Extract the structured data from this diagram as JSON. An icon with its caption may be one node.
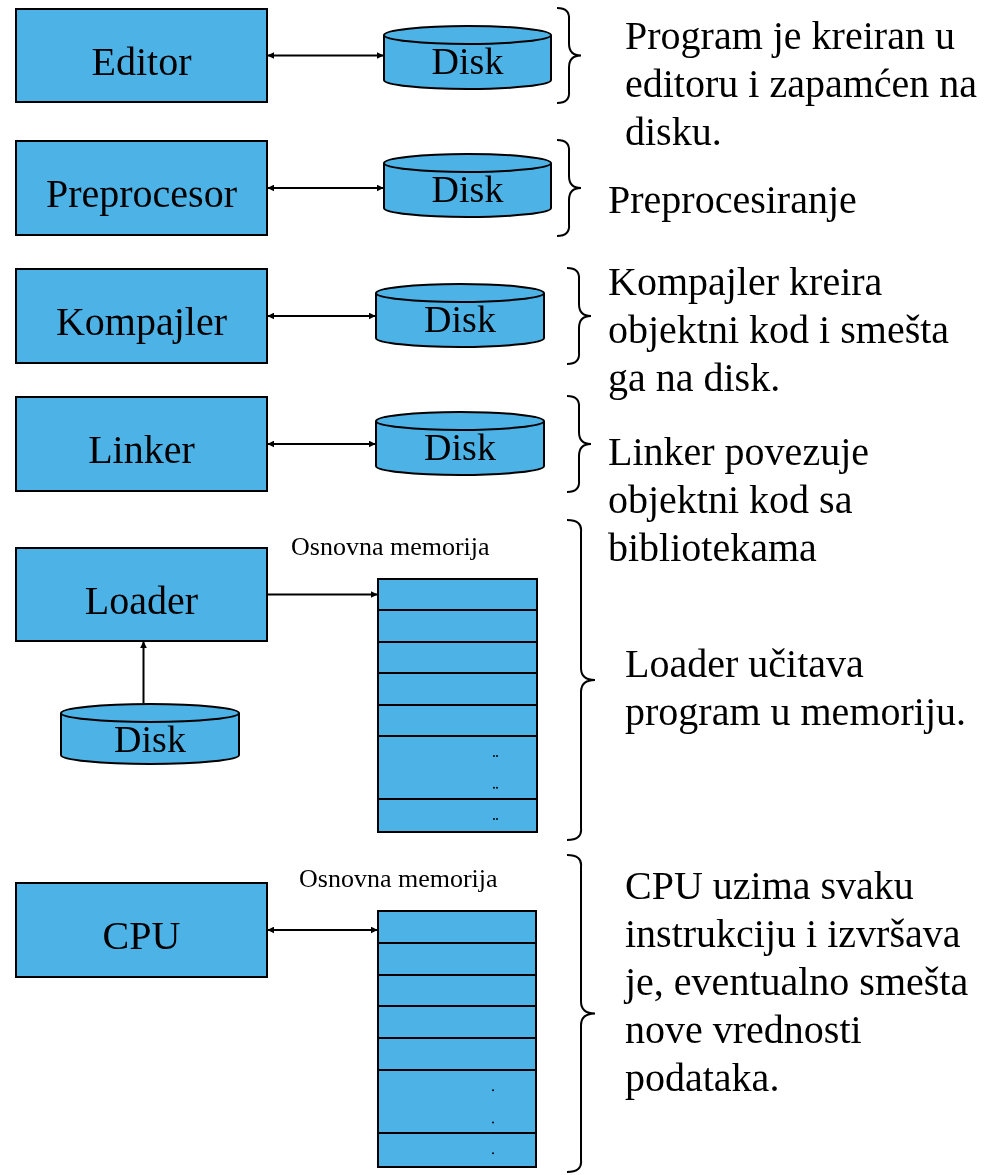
{
  "diagram": {
    "nodes": [
      {
        "text": [
          "Editor"
        ]
      },
      {
        "text": [
          "Disk"
        ]
      },
      {
        "text": [
          "Preprocesor"
        ]
      },
      {
        "text": [
          "Disk"
        ]
      },
      {
        "text": [
          "Kompajler"
        ]
      },
      {
        "text": [
          "Disk"
        ]
      },
      {
        "text": [
          "Linker"
        ]
      },
      {
        "text": [
          "Disk"
        ]
      },
      {
        "text": [
          "Loader"
        ]
      },
      {
        "text": [
          "Disk"
        ]
      },
      {
        "text": [
          "Osnovna memorija"
        ]
      },
      {
        "text": [
          "CPU"
        ]
      },
      {
        "text": [
          "Osnovna memorija"
        ]
      }
    ],
    "edges": [
      {
        "from": 0,
        "to": 1,
        "arrow": "both"
      },
      {
        "from": 2,
        "to": 3,
        "arrow": "both"
      },
      {
        "from": 4,
        "to": 5,
        "arrow": "both"
      },
      {
        "from": 6,
        "to": 7,
        "arrow": "both"
      },
      {
        "from": 8,
        "to": 10,
        "arrow": "to"
      },
      {
        "from": 9,
        "to": 8,
        "arrow": "to"
      },
      {
        "from": 11,
        "to": 12,
        "arrow": "both"
      }
    ],
    "labels": [
      "Program je kreiran u editoru i zapamćen na disku.",
      "Preprocesiranje",
      "Kompajler kreira objektni kod i smešta ga na disk.",
      "Linker povezuje objektni kod sa bibliotekama",
      "Loader učitava program u memoriju.",
      "CPU uzima svaku instrukciju i izvršava je, eventualno smešta nove vrednosti podataka."
    ]
  }
}
